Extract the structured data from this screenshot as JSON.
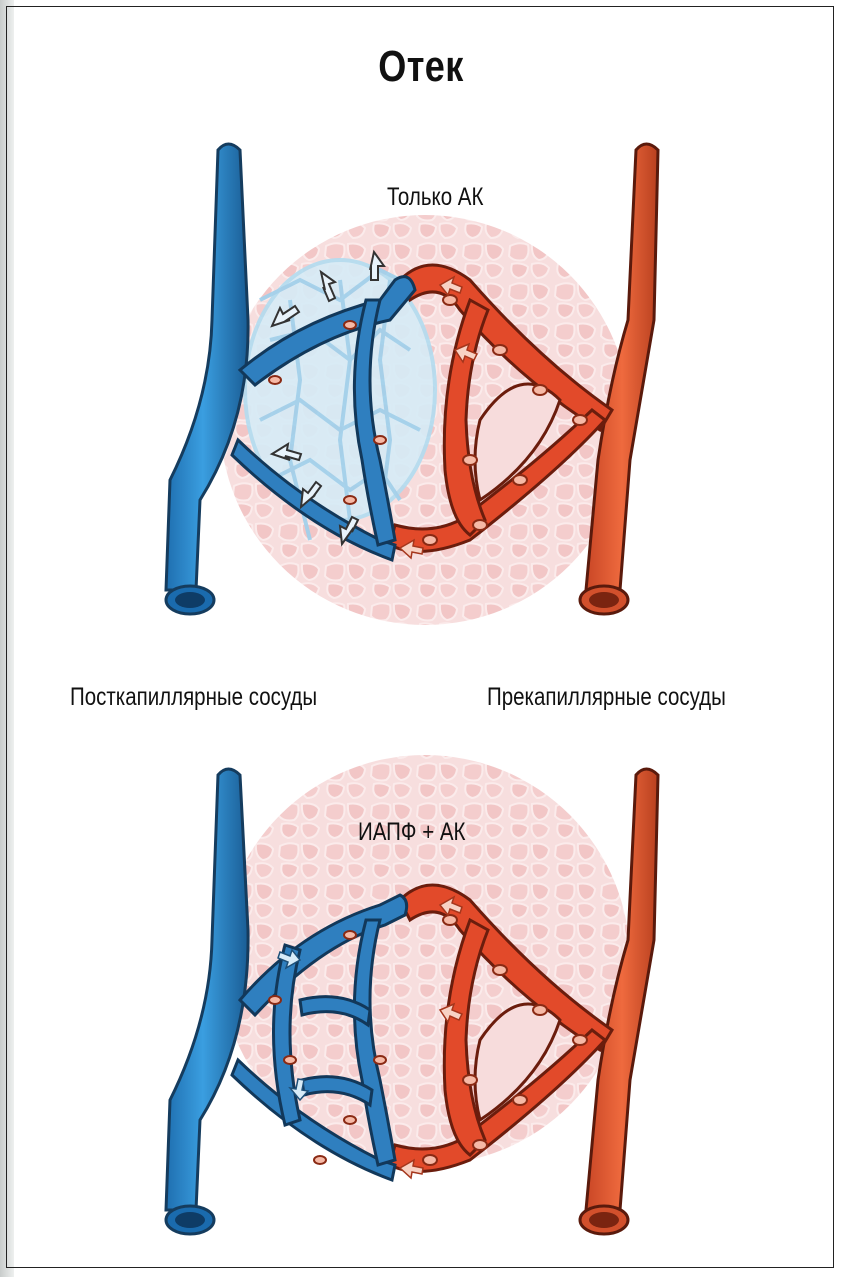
{
  "title": "Отек",
  "top_panel": {
    "label": "Только АК"
  },
  "bottom_panel": {
    "label": "ИАПФ + АК"
  },
  "labels": {
    "postcapillary": "Посткапиллярные сосуды",
    "precapillary": "Прекапиллярные сосуды"
  },
  "colors": {
    "vein": "#2f8fd0",
    "vein_dark": "#1d5e8e",
    "artery": "#e0572f",
    "artery_dark": "#c2361f",
    "tissue": "#f6d9d9",
    "cell": "#f2c4c4",
    "fluid": "#bfe0f2",
    "frame": "#222222"
  }
}
